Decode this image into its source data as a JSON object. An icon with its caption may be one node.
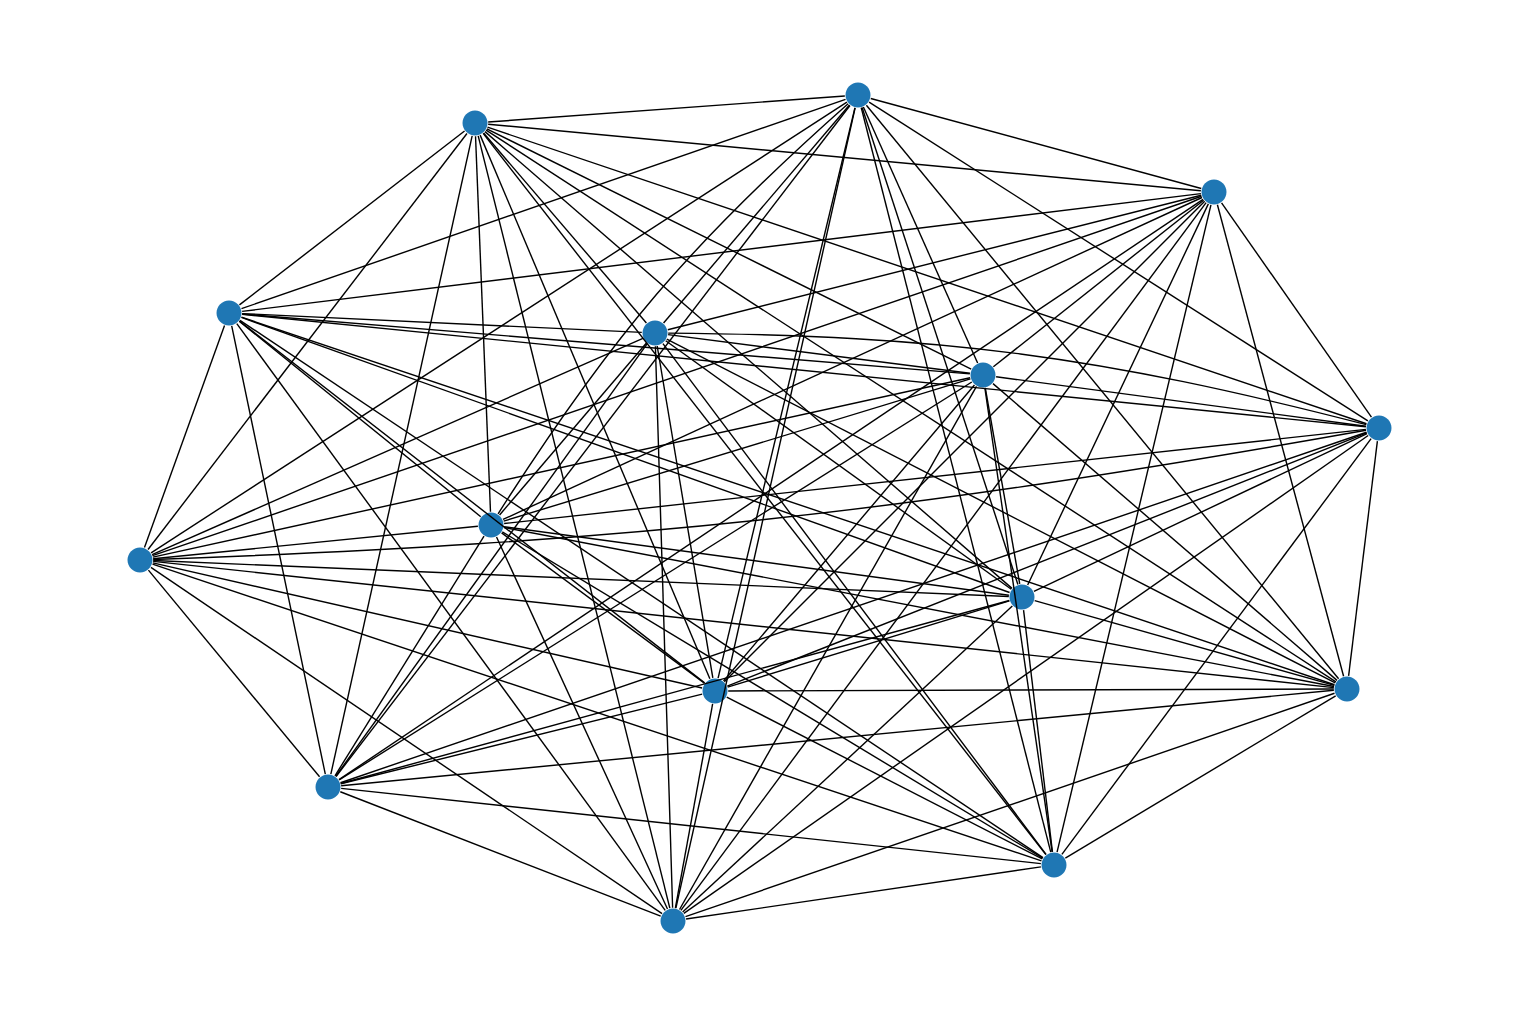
{
  "diagram": {
    "nodes": [
      {
        "text": [],
        "shape": "circle"
      },
      {
        "text": [],
        "shape": "circle"
      },
      {
        "text": [],
        "shape": "circle"
      },
      {
        "text": [],
        "shape": "circle"
      },
      {
        "text": [],
        "shape": "circle"
      },
      {
        "text": [],
        "shape": "circle"
      },
      {
        "text": [],
        "shape": "circle"
      },
      {
        "text": [],
        "shape": "circle"
      },
      {
        "text": [],
        "shape": "circle"
      },
      {
        "text": [],
        "shape": "circle"
      },
      {
        "text": [],
        "shape": "circle"
      },
      {
        "text": [],
        "shape": "circle"
      },
      {
        "text": [],
        "shape": "circle"
      },
      {
        "text": [],
        "shape": "circle"
      },
      {
        "text": [],
        "shape": "circle"
      }
    ],
    "edges": [
      {
        "from": 0,
        "to": 1,
        "arrow": "none"
      },
      {
        "from": 0,
        "to": 2,
        "arrow": "none"
      },
      {
        "from": 0,
        "to": 3,
        "arrow": "none"
      },
      {
        "from": 0,
        "to": 4,
        "arrow": "none"
      },
      {
        "from": 0,
        "to": 5,
        "arrow": "none"
      },
      {
        "from": 0,
        "to": 6,
        "arrow": "none"
      },
      {
        "from": 0,
        "to": 7,
        "arrow": "none"
      },
      {
        "from": 0,
        "to": 8,
        "arrow": "none"
      },
      {
        "from": 0,
        "to": 9,
        "arrow": "none"
      },
      {
        "from": 0,
        "to": 10,
        "arrow": "none"
      },
      {
        "from": 0,
        "to": 11,
        "arrow": "none"
      },
      {
        "from": 0,
        "to": 12,
        "arrow": "none"
      },
      {
        "from": 0,
        "to": 13,
        "arrow": "none"
      },
      {
        "from": 0,
        "to": 14,
        "arrow": "none"
      },
      {
        "from": 1,
        "to": 2,
        "arrow": "none"
      },
      {
        "from": 1,
        "to": 3,
        "arrow": "none"
      },
      {
        "from": 1,
        "to": 4,
        "arrow": "none"
      },
      {
        "from": 1,
        "to": 5,
        "arrow": "none"
      },
      {
        "from": 1,
        "to": 6,
        "arrow": "none"
      },
      {
        "from": 1,
        "to": 7,
        "arrow": "none"
      },
      {
        "from": 1,
        "to": 8,
        "arrow": "none"
      },
      {
        "from": 1,
        "to": 9,
        "arrow": "none"
      },
      {
        "from": 1,
        "to": 10,
        "arrow": "none"
      },
      {
        "from": 1,
        "to": 11,
        "arrow": "none"
      },
      {
        "from": 1,
        "to": 12,
        "arrow": "none"
      },
      {
        "from": 1,
        "to": 13,
        "arrow": "none"
      },
      {
        "from": 1,
        "to": 14,
        "arrow": "none"
      },
      {
        "from": 2,
        "to": 3,
        "arrow": "none"
      },
      {
        "from": 2,
        "to": 4,
        "arrow": "none"
      },
      {
        "from": 2,
        "to": 5,
        "arrow": "none"
      },
      {
        "from": 2,
        "to": 6,
        "arrow": "none"
      },
      {
        "from": 2,
        "to": 7,
        "arrow": "none"
      },
      {
        "from": 2,
        "to": 8,
        "arrow": "none"
      },
      {
        "from": 2,
        "to": 9,
        "arrow": "none"
      },
      {
        "from": 2,
        "to": 10,
        "arrow": "none"
      },
      {
        "from": 2,
        "to": 11,
        "arrow": "none"
      },
      {
        "from": 2,
        "to": 12,
        "arrow": "none"
      },
      {
        "from": 2,
        "to": 13,
        "arrow": "none"
      },
      {
        "from": 2,
        "to": 14,
        "arrow": "none"
      },
      {
        "from": 3,
        "to": 4,
        "arrow": "none"
      },
      {
        "from": 3,
        "to": 5,
        "arrow": "none"
      },
      {
        "from": 3,
        "to": 6,
        "arrow": "none"
      },
      {
        "from": 3,
        "to": 7,
        "arrow": "none"
      },
      {
        "from": 3,
        "to": 8,
        "arrow": "none"
      },
      {
        "from": 3,
        "to": 9,
        "arrow": "none"
      },
      {
        "from": 3,
        "to": 10,
        "arrow": "none"
      },
      {
        "from": 3,
        "to": 11,
        "arrow": "none"
      },
      {
        "from": 3,
        "to": 12,
        "arrow": "none"
      },
      {
        "from": 3,
        "to": 13,
        "arrow": "none"
      },
      {
        "from": 3,
        "to": 14,
        "arrow": "none"
      },
      {
        "from": 4,
        "to": 5,
        "arrow": "none"
      },
      {
        "from": 4,
        "to": 6,
        "arrow": "none"
      },
      {
        "from": 4,
        "to": 7,
        "arrow": "none"
      },
      {
        "from": 4,
        "to": 8,
        "arrow": "none"
      },
      {
        "from": 4,
        "to": 9,
        "arrow": "none"
      },
      {
        "from": 4,
        "to": 10,
        "arrow": "none"
      },
      {
        "from": 4,
        "to": 11,
        "arrow": "none"
      },
      {
        "from": 4,
        "to": 12,
        "arrow": "none"
      },
      {
        "from": 4,
        "to": 13,
        "arrow": "none"
      },
      {
        "from": 4,
        "to": 14,
        "arrow": "none"
      },
      {
        "from": 5,
        "to": 6,
        "arrow": "none"
      },
      {
        "from": 5,
        "to": 7,
        "arrow": "none"
      },
      {
        "from": 5,
        "to": 8,
        "arrow": "none"
      },
      {
        "from": 5,
        "to": 9,
        "arrow": "none"
      },
      {
        "from": 5,
        "to": 10,
        "arrow": "none"
      },
      {
        "from": 5,
        "to": 11,
        "arrow": "none"
      },
      {
        "from": 5,
        "to": 12,
        "arrow": "none"
      },
      {
        "from": 5,
        "to": 13,
        "arrow": "none"
      },
      {
        "from": 5,
        "to": 14,
        "arrow": "none"
      },
      {
        "from": 6,
        "to": 7,
        "arrow": "none"
      },
      {
        "from": 6,
        "to": 8,
        "arrow": "none"
      },
      {
        "from": 6,
        "to": 9,
        "arrow": "none"
      },
      {
        "from": 6,
        "to": 10,
        "arrow": "none"
      },
      {
        "from": 6,
        "to": 11,
        "arrow": "none"
      },
      {
        "from": 6,
        "to": 12,
        "arrow": "none"
      },
      {
        "from": 6,
        "to": 13,
        "arrow": "none"
      },
      {
        "from": 6,
        "to": 14,
        "arrow": "none"
      },
      {
        "from": 7,
        "to": 8,
        "arrow": "none"
      },
      {
        "from": 7,
        "to": 9,
        "arrow": "none"
      },
      {
        "from": 7,
        "to": 10,
        "arrow": "none"
      },
      {
        "from": 7,
        "to": 11,
        "arrow": "none"
      },
      {
        "from": 7,
        "to": 12,
        "arrow": "none"
      },
      {
        "from": 7,
        "to": 13,
        "arrow": "none"
      },
      {
        "from": 7,
        "to": 14,
        "arrow": "none"
      },
      {
        "from": 8,
        "to": 9,
        "arrow": "none"
      },
      {
        "from": 8,
        "to": 10,
        "arrow": "none"
      },
      {
        "from": 8,
        "to": 11,
        "arrow": "none"
      },
      {
        "from": 8,
        "to": 12,
        "arrow": "none"
      },
      {
        "from": 8,
        "to": 13,
        "arrow": "none"
      },
      {
        "from": 8,
        "to": 14,
        "arrow": "none"
      },
      {
        "from": 9,
        "to": 10,
        "arrow": "none"
      },
      {
        "from": 9,
        "to": 11,
        "arrow": "none"
      },
      {
        "from": 9,
        "to": 12,
        "arrow": "none"
      },
      {
        "from": 9,
        "to": 13,
        "arrow": "none"
      },
      {
        "from": 9,
        "to": 14,
        "arrow": "none"
      },
      {
        "from": 10,
        "to": 11,
        "arrow": "none"
      },
      {
        "from": 10,
        "to": 12,
        "arrow": "none"
      },
      {
        "from": 10,
        "to": 13,
        "arrow": "none"
      },
      {
        "from": 10,
        "to": 14,
        "arrow": "none"
      },
      {
        "from": 11,
        "to": 12,
        "arrow": "none"
      },
      {
        "from": 11,
        "to": 13,
        "arrow": "none"
      },
      {
        "from": 11,
        "to": 14,
        "arrow": "none"
      },
      {
        "from": 12,
        "to": 13,
        "arrow": "none"
      },
      {
        "from": 12,
        "to": 14,
        "arrow": "none"
      },
      {
        "from": 13,
        "to": 14,
        "arrow": "none"
      }
    ]
  }
}
